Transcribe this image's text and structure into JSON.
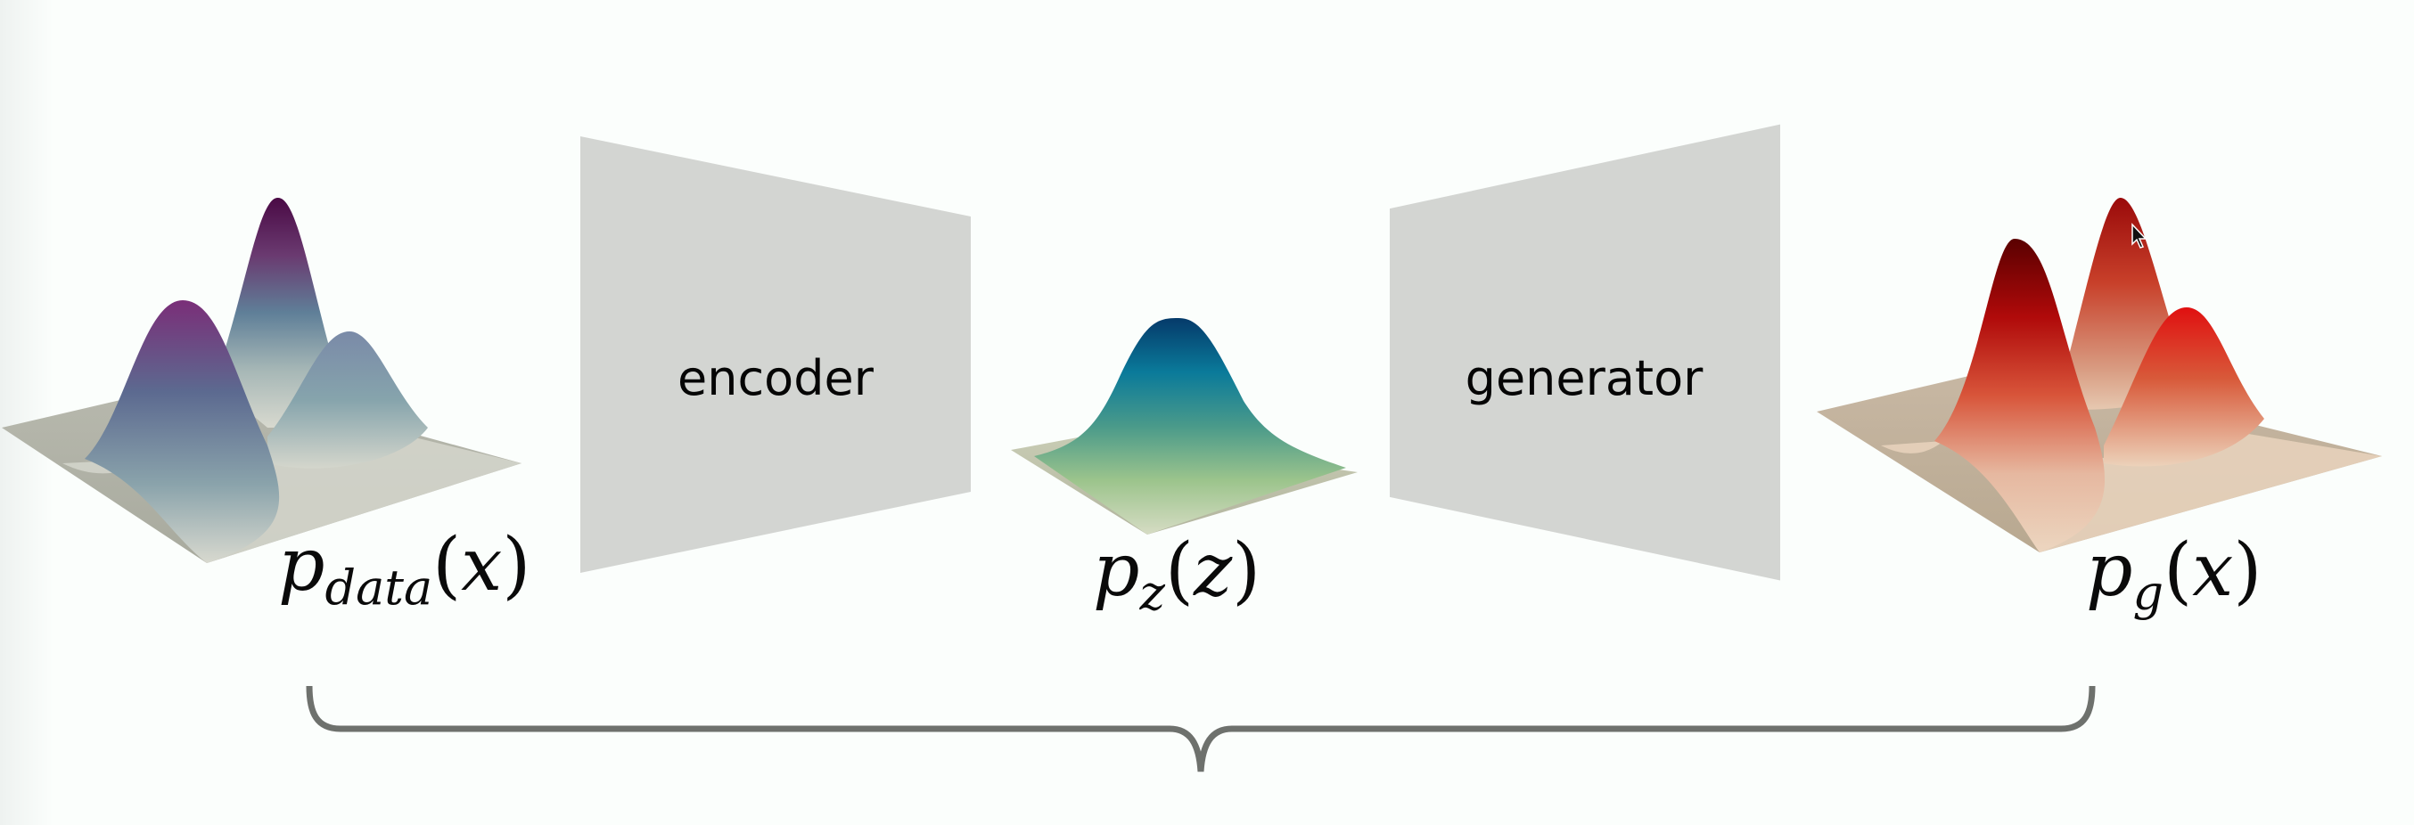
{
  "diagram": {
    "title": "",
    "distributions": [
      {
        "id": "data",
        "label_base": "p",
        "label_subscript": "data",
        "label_arg": "x",
        "colormap": [
          "#d8d8cf",
          "#7a9aa3",
          "#5a6a8c",
          "#6a2a6a",
          "#4a0a45"
        ],
        "peaks": 3
      },
      {
        "id": "latent",
        "label_base": "p",
        "label_subscript": "z",
        "label_arg": "z",
        "colormap": [
          "#d6dcc4",
          "#9cc48c",
          "#4a9a8a",
          "#0a7a9a",
          "#053a6a"
        ],
        "peaks": 1
      },
      {
        "id": "generated",
        "label_base": "p",
        "label_subscript": "g",
        "label_arg": "x",
        "colormap": [
          "#c8b8a4",
          "#ecd2ba",
          "#d86a4a",
          "#c01818",
          "#5a0000"
        ],
        "peaks": 3
      }
    ],
    "blocks": [
      {
        "id": "encoder",
        "label": "encoder",
        "fill": "#d3d5d2"
      },
      {
        "id": "generator",
        "label": "generator",
        "fill": "#d3d5d2"
      }
    ],
    "brace": {
      "color": "#6e716d",
      "spans": "p_data(x) to p_g(x)"
    },
    "cursor": {
      "visible": true,
      "icon": "arrow-pointer-icon"
    }
  }
}
